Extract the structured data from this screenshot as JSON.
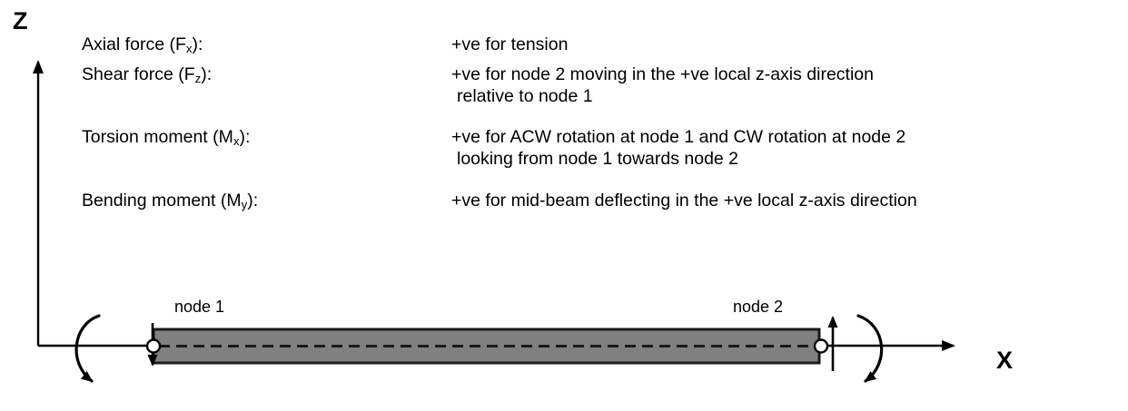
{
  "axes": {
    "z_label": "Z",
    "x_label": "X"
  },
  "definitions": [
    {
      "term": "Axial force (F",
      "term_sub": "x",
      "term_tail": "):",
      "desc": "+ve for tension",
      "cont": ""
    },
    {
      "term": "Shear force (F",
      "term_sub": "z",
      "term_tail": "):",
      "desc": "+ve for node 2 moving in the +ve local z-axis direction",
      "cont": "relative to node 1"
    },
    {
      "term": "Torsion moment (M",
      "term_sub": "x",
      "term_tail": "):",
      "desc": "+ve for ACW rotation at node 1 and CW rotation at node 2",
      "cont": "looking from node 1 towards node 2"
    },
    {
      "term": "Bending moment (M",
      "term_sub": "y",
      "term_tail": "):",
      "desc": "+ve for mid-beam deflecting in the +ve local z-axis direction",
      "cont": ""
    }
  ],
  "beam": {
    "node_1_label": "node 1",
    "node_2_label": "node 2",
    "fill_color": "#808080",
    "stroke_color": "#000000",
    "centerline_style": "dashed"
  },
  "chart_data": {
    "type": "diagram",
    "title": "Beam local sign convention",
    "elements": [
      "z-axis-arrow",
      "x-axis-arrow",
      "beam-body",
      "beam-centerline",
      "node-1-marker",
      "node-2-marker",
      "node-1-shear-arrow-down",
      "node-2-shear-arrow-up",
      "node-1-moment-arc-cw",
      "node-2-moment-arc-ccw"
    ]
  }
}
